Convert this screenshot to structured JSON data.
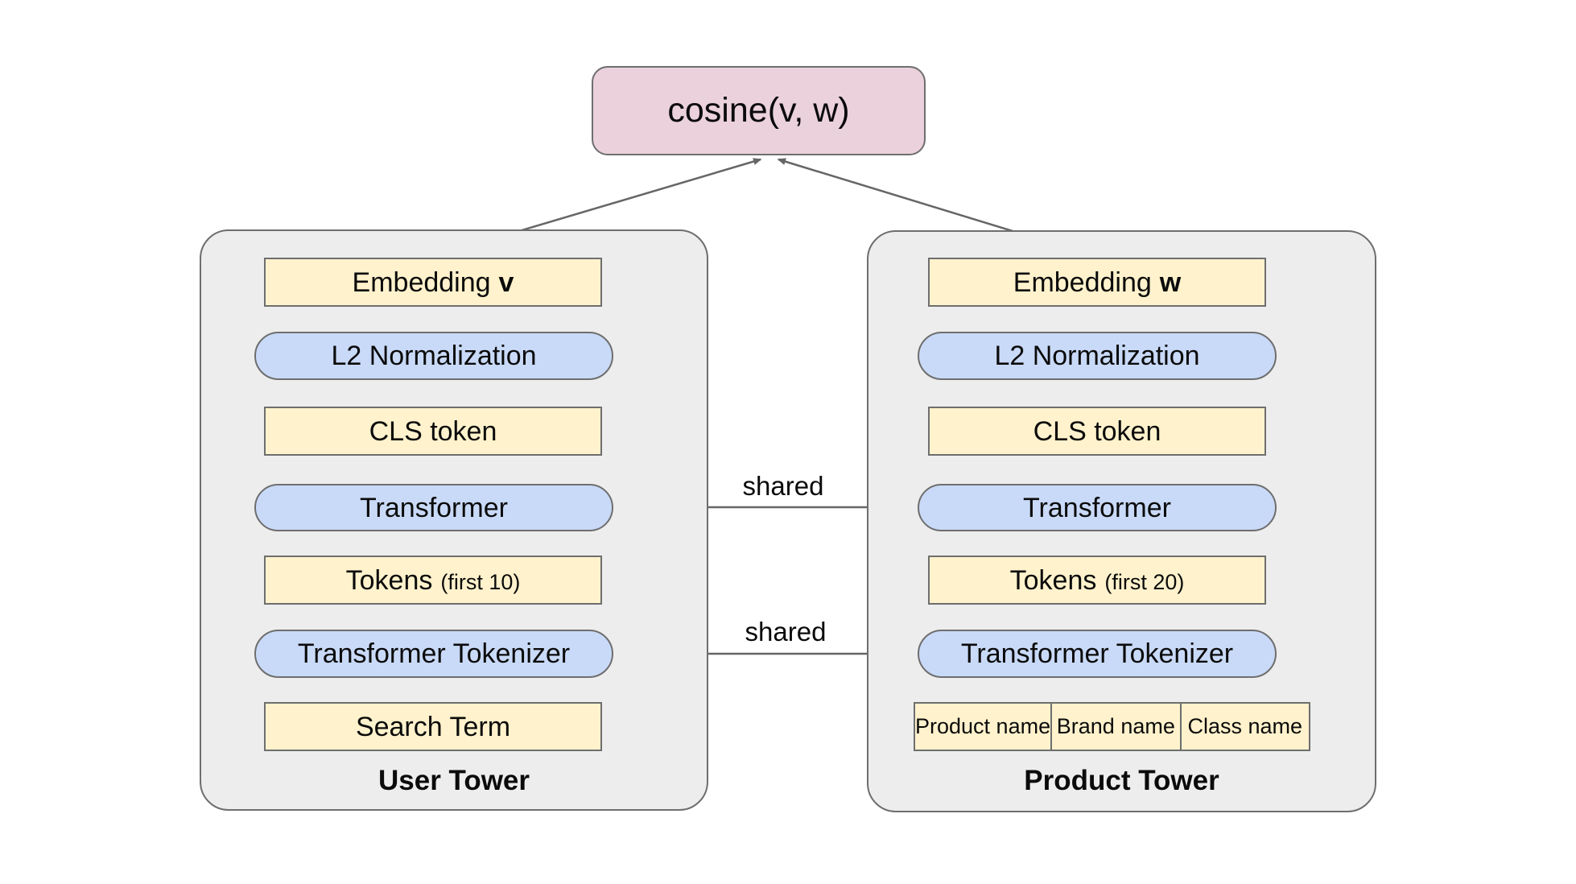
{
  "diagram": {
    "cosine_label": "cosine(v, w)",
    "shared_top_label": "shared",
    "shared_bottom_label": "shared",
    "user_tower": {
      "label": "User Tower",
      "embedding": {
        "text": "Embedding",
        "var": "v"
      },
      "l2_label": "L2 Normalization",
      "cls_label": "CLS token",
      "transformer_label": "Transformer",
      "tokens": {
        "text": "Tokens",
        "suffix": "(first 10)"
      },
      "tokenizer_label": "Transformer Tokenizer",
      "input_label": "Search Term"
    },
    "product_tower": {
      "label": "Product Tower",
      "embedding": {
        "text": "Embedding",
        "var": "w"
      },
      "l2_label": "L2 Normalization",
      "cls_label": "CLS token",
      "transformer_label": "Transformer",
      "tokens": {
        "text": "Tokens",
        "suffix": "(first 20)"
      },
      "tokenizer_label": "Transformer Tokenizer",
      "inputs": [
        "Product name",
        "Brand name",
        "Class name"
      ]
    },
    "colors": {
      "box_yellow": "#fff2cc",
      "pill_blue": "#c9daf8",
      "cosine_pink": "#ead1dc",
      "container_gray": "#ededed",
      "border_gray": "#6e6e6e",
      "arrow_gray": "#666666"
    }
  }
}
